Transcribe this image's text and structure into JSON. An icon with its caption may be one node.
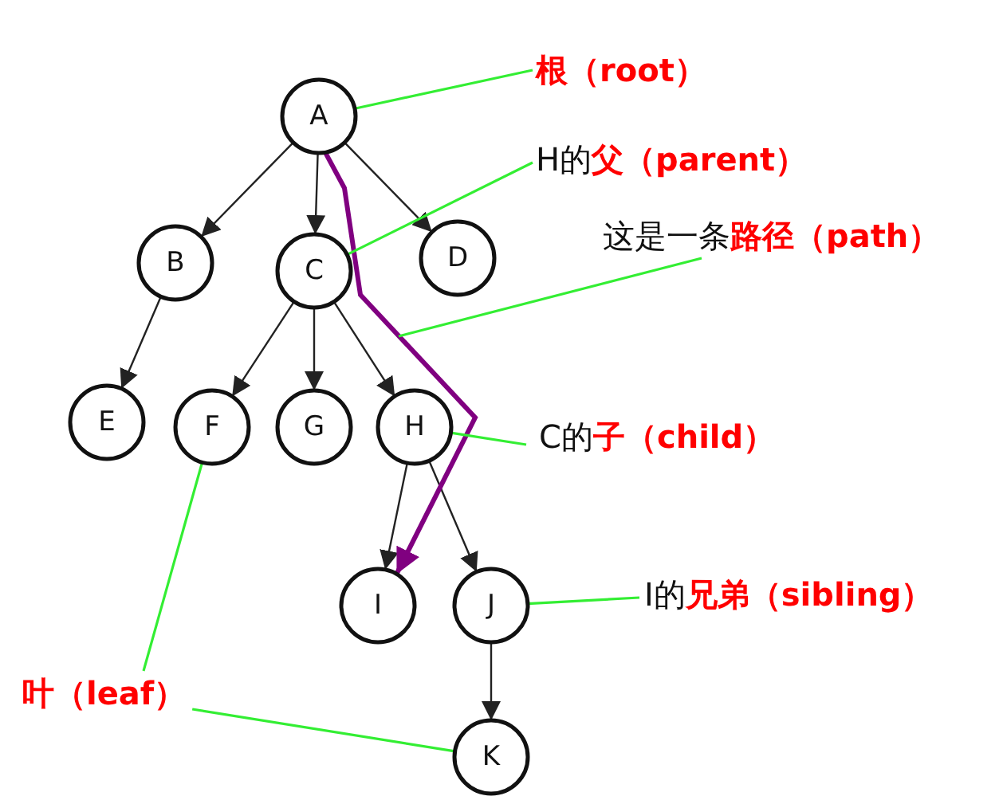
{
  "diagram": {
    "nodes": [
      {
        "text": [
          "A"
        ]
      },
      {
        "text": [
          "B"
        ]
      },
      {
        "text": [
          "C"
        ]
      },
      {
        "text": [
          "D"
        ]
      },
      {
        "text": [
          "E"
        ]
      },
      {
        "text": [
          "F"
        ]
      },
      {
        "text": [
          "G"
        ]
      },
      {
        "text": [
          "H"
        ]
      },
      {
        "text": [
          "I"
        ]
      },
      {
        "text": [
          "J"
        ]
      },
      {
        "text": [
          "K"
        ]
      },
      {
        "text": [
          "根（root）"
        ]
      },
      {
        "text": [
          "H的**父（parent）**"
        ]
      },
      {
        "text": [
          "这是一条**路径（path）**"
        ]
      },
      {
        "text": [
          "C的**子（child）**"
        ]
      },
      {
        "text": [
          "I的**兄弟（sibling）**"
        ]
      },
      {
        "text": [
          "叶（leaf）"
        ]
      }
    ],
    "edges": [
      {
        "from": 0,
        "to": 1,
        "arrow": "to"
      },
      {
        "from": 0,
        "to": 2,
        "arrow": "to"
      },
      {
        "from": 0,
        "to": 3,
        "arrow": "to"
      },
      {
        "from": 1,
        "to": 4,
        "arrow": "to"
      },
      {
        "from": 2,
        "to": 5,
        "arrow": "to"
      },
      {
        "from": 2,
        "to": 6,
        "arrow": "to"
      },
      {
        "from": 2,
        "to": 7,
        "arrow": "to"
      },
      {
        "from": 7,
        "to": 8,
        "arrow": "to"
      },
      {
        "from": 7,
        "to": 9,
        "arrow": "to"
      },
      {
        "from": 9,
        "to": 10,
        "arrow": "to"
      },
      {
        "from": 0,
        "to": 8,
        "arrow": "to",
        "style": "thick",
        "color": "#800080"
      },
      {
        "from": 11,
        "to": 0,
        "arrow": "none",
        "color": "#33ee33"
      },
      {
        "from": 12,
        "to": 2,
        "arrow": "none",
        "color": "#33ee33"
      },
      {
        "from": 13,
        "to": null,
        "arrow": "none",
        "color": "#33ee33"
      },
      {
        "from": 14,
        "to": 7,
        "arrow": "none",
        "color": "#33ee33"
      },
      {
        "from": 15,
        "to": 9,
        "arrow": "none",
        "color": "#33ee33"
      },
      {
        "from": 16,
        "to": 5,
        "arrow": "none",
        "color": "#33ee33"
      },
      {
        "from": 16,
        "to": 10,
        "arrow": "none",
        "color": "#33ee33"
      }
    ]
  }
}
